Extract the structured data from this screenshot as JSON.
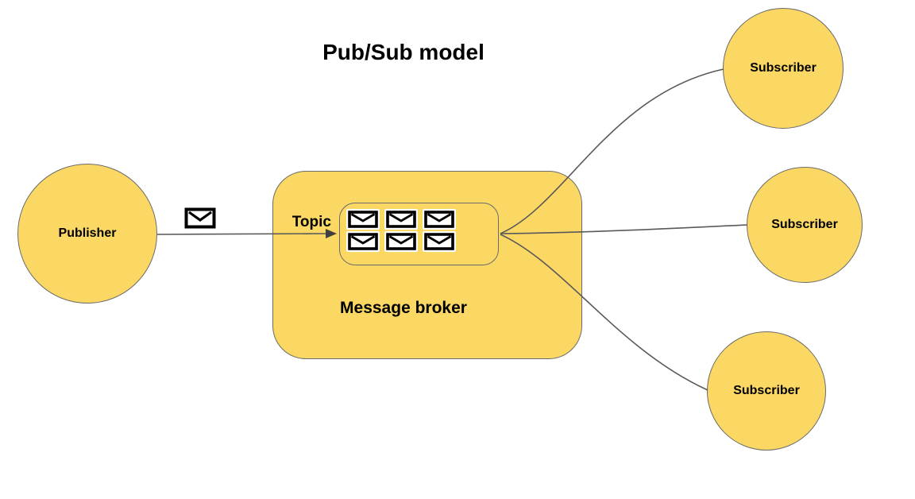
{
  "title": "Pub/Sub model",
  "nodes": {
    "publisher": {
      "label": "Publisher"
    },
    "broker": {
      "label": "Message broker",
      "topic_label": "Topic"
    },
    "subscribers": [
      {
        "label": "Subscriber"
      },
      {
        "label": "Subscriber"
      },
      {
        "label": "Subscriber"
      }
    ]
  },
  "icons": {
    "message": "envelope-icon",
    "topic_queue_envelope_count": 6
  },
  "edges": [
    {
      "from": "Publisher",
      "to": "Topic",
      "style": "arrow"
    },
    {
      "from": "Topic",
      "to": "Subscriber",
      "style": "curve"
    },
    {
      "from": "Topic",
      "to": "Subscriber",
      "style": "curve"
    },
    {
      "from": "Topic",
      "to": "Subscriber",
      "style": "curve"
    }
  ],
  "colors": {
    "node_fill": "#FBD763",
    "node_border": "#6B6B6B",
    "connector": "#595959",
    "connector_arrow": "#404040",
    "envelope_stroke": "#000000",
    "envelope_fill": "#FFFFFF",
    "text": "#000000",
    "background": "#FFFFFF"
  }
}
